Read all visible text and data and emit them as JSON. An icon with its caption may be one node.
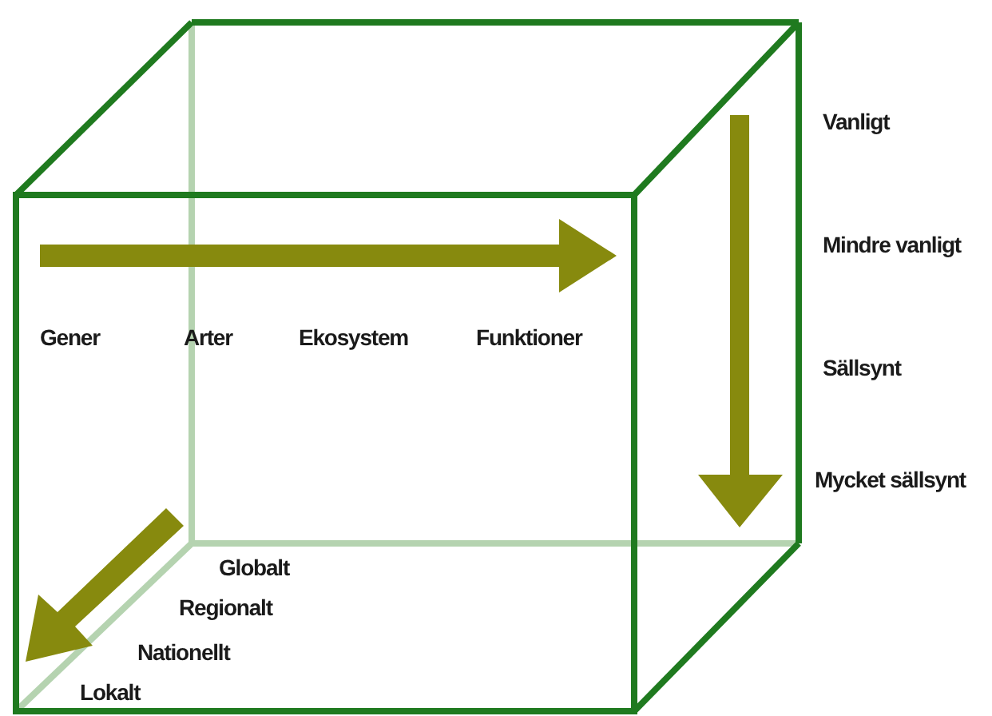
{
  "diagram": {
    "labels": [
      "Vanligt",
      "Mindre vanligt",
      "Gener",
      "Arter",
      "Ekosystem",
      "Funktioner",
      "Sällsynt",
      "Mycket sällsynt",
      "Globalt",
      "Regionalt",
      "Nationellt",
      "Lokalt"
    ]
  }
}
